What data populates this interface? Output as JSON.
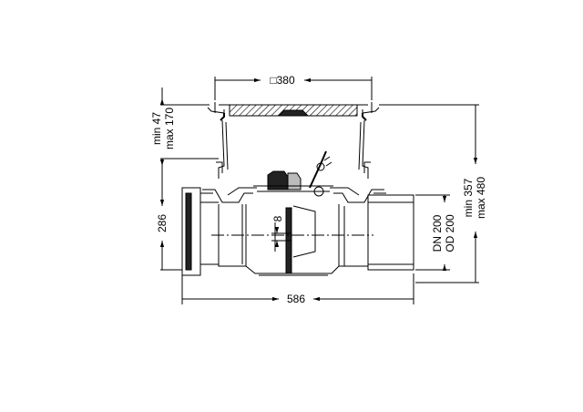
{
  "dimensions": {
    "grate_width": "□380",
    "adjust_min": "min 47",
    "adjust_max": "max 170",
    "body_height": "286",
    "overall_min": "min 357",
    "overall_max": "max 480",
    "overall_length": "586",
    "pipe_dn": "DN 200",
    "pipe_od": "OD 200",
    "flap_gap": "8"
  }
}
